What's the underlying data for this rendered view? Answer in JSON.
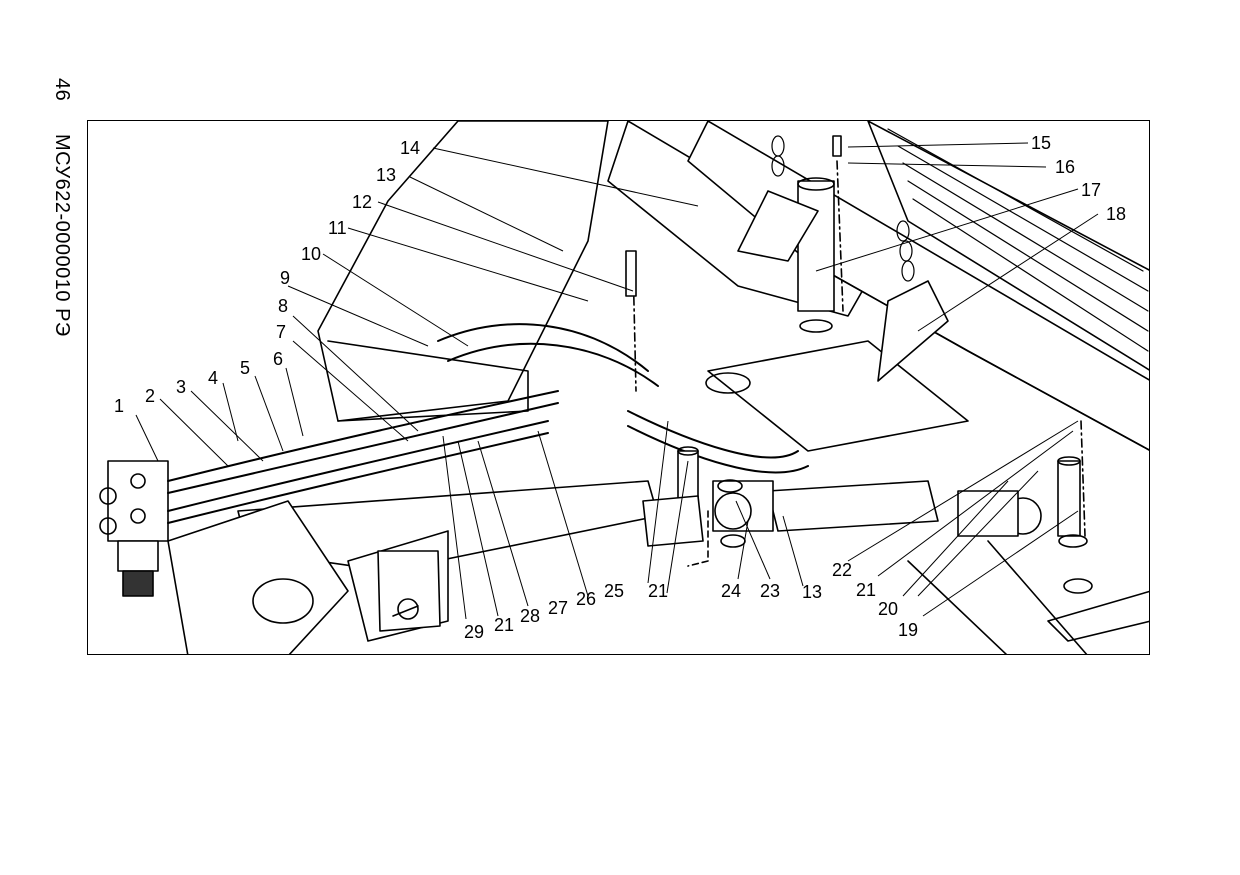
{
  "page": {
    "page_number": "46",
    "doc_code": "МСУ622-0000010 РЭ"
  },
  "figure": {
    "callouts": {
      "c1": "1",
      "c2": "2",
      "c3": "3",
      "c4": "4",
      "c5": "5",
      "c6": "6",
      "c7": "7",
      "c8": "8",
      "c9": "9",
      "c10": "10",
      "c11": "11",
      "c12": "12",
      "c13a": "13",
      "c14": "14",
      "c15": "15",
      "c16": "16",
      "c17": "17",
      "c18": "18",
      "c13b": "13",
      "c19": "19",
      "c20": "20",
      "c21a": "21",
      "c22": "22",
      "c23": "23",
      "c24": "24",
      "c21b": "21",
      "c25": "25",
      "c26": "26",
      "c27": "27",
      "c28": "28",
      "c21c": "21",
      "c29": "29"
    }
  }
}
